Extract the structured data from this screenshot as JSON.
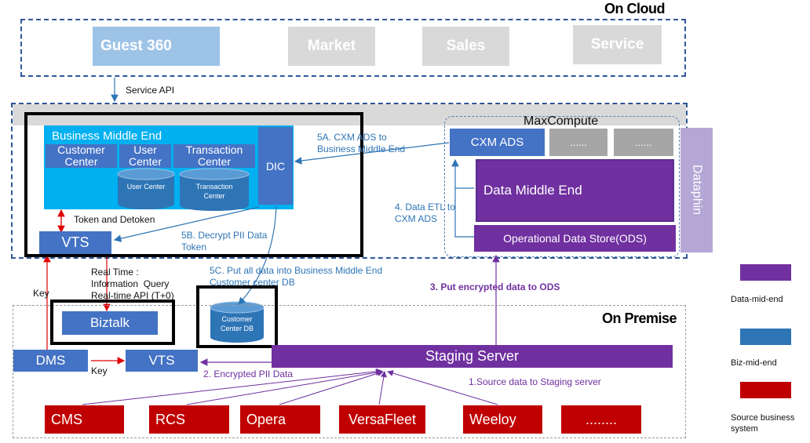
{
  "cloud": {
    "label": "On Cloud",
    "apps": [
      "Guest 360",
      "Market",
      "Sales",
      "Service"
    ]
  },
  "service_api": "Service API",
  "business_middle_end": {
    "title": "Business Middle End",
    "customer_center": "Customer Center",
    "user_center": "User Center",
    "transaction_center": "Transaction Center",
    "user_center_db": "User Center",
    "transaction_center_db": "Transaction Center",
    "dic": "DIC"
  },
  "token_label": "Token and Detoken",
  "vts_cloud": "VTS",
  "maxcompute": {
    "title": "MaxCompute",
    "cxm_ads": "CXM ADS",
    "dots1": "......",
    "dots2": "......",
    "data_middle_end": "Data Middle End",
    "ods": "Operational Data Store(ODS)"
  },
  "dataphin": "Dataphin",
  "labels": {
    "l5a": "5A. CXM ADS to\nBusiness Middle End",
    "l4": "4. Data ETL to\nCXM ADS",
    "l5b": "5B. Decrypt PII Data\nToken",
    "l5c": "5C. Put all data into Business Middle End\nCustomer center DB",
    "l3": "3. Put encrypted data to ODS",
    "l2": "2. Encrypted PII Data",
    "l1": "1.Source data to Staging server",
    "realtime": "Real Time :\nInformation  Query\nReal-time API (T+0)",
    "key1": "Key",
    "key2": "Key"
  },
  "premise": {
    "label": "On Premise",
    "biztalk": "Biztalk",
    "customer_center_db": "Customer Center DB",
    "staging": "Staging Server",
    "dms": "DMS",
    "vts": "VTS",
    "sources": [
      "CMS",
      "RCS",
      "Opera",
      "VersaFleet",
      "Weeloy",
      "........"
    ]
  },
  "legend": [
    {
      "label": "Data-mid-end",
      "color": "#7030a0"
    },
    {
      "label": "Biz-mid-end",
      "color": "#2e75b6"
    },
    {
      "label": "Source business system",
      "color": "#c00000"
    }
  ],
  "colors": {
    "guest360": "#9dc3e6",
    "grey_app": "#d9d9d9",
    "biz_blue": "#00b0f0",
    "mid_blue": "#4472c4",
    "purple": "#7030a0",
    "dataphin": "#b4a7d6",
    "red": "#c00000"
  }
}
